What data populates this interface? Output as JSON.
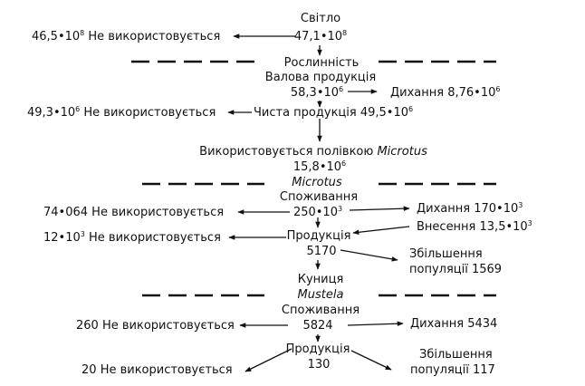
{
  "palette": {
    "ink": "#111111",
    "background": "#ffffff"
  },
  "unused_label": "Не використовується",
  "light": {
    "title": "Світло",
    "value_base": "47,1•10",
    "value_exp": "8",
    "unused_base": "46,5•10",
    "unused_exp": "8"
  },
  "plants": {
    "title": "Рослинність",
    "gross_label": "Валова продукція",
    "gross_base": "58,3•10",
    "gross_exp": "6",
    "respiration_base": "Дихання 8,76•10",
    "respiration_exp": "6",
    "net_base": "Чиста продукція 49,5•10",
    "net_exp": "6",
    "unused_base": "49,3•10",
    "unused_exp": "6",
    "used_by_text": "Використовується полівкою",
    "used_by_species": "Microtus",
    "used_base": "15,8•10",
    "used_exp": "6"
  },
  "microtus": {
    "title": "Microtus",
    "consumption_label": "Споживання",
    "consumption_base": "250•10",
    "consumption_exp": "3",
    "consumption_unused": "74•064",
    "respiration_base": "Дихання 170•10",
    "respiration_exp": "3",
    "import_base": "Внесення 13,5•10",
    "import_exp": "3",
    "production_label": "Продукція",
    "production_value": "5170",
    "production_unused_base": "12•10",
    "production_unused_exp": "3",
    "growth_line1": "Збільшення",
    "growth_line2": "популяції 1569"
  },
  "mustela": {
    "common_name": "Куниця",
    "title": "Mustela",
    "consumption_label": "Споживання",
    "consumption_value": "5824",
    "consumption_unused": "260",
    "respiration": "Дихання 5434",
    "production_label": "Продукція",
    "production_value": "130",
    "production_unused": "20",
    "growth_line1": "Збільшення",
    "growth_line2": "популяції 117"
  }
}
